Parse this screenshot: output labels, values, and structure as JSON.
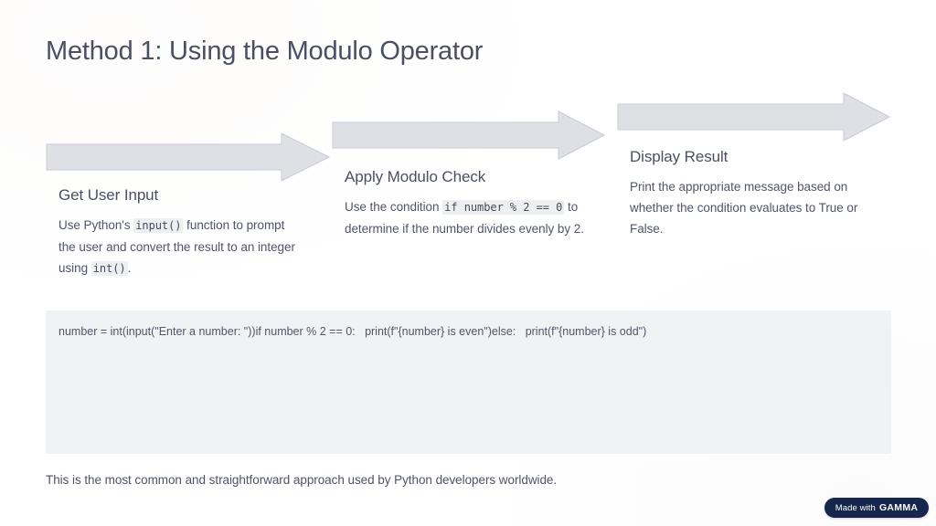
{
  "slide": {
    "title": "Method 1: Using the Modulo Operator",
    "background_color": "#ffffff",
    "title_color": "#4b4f63"
  },
  "steps": [
    {
      "heading": "Get User Input",
      "body_parts": [
        {
          "type": "text",
          "value": "Use Python's "
        },
        {
          "type": "code",
          "value": "input()"
        },
        {
          "type": "text",
          "value": " function to prompt the user and convert the result to an integer using "
        },
        {
          "type": "code",
          "value": "int()"
        },
        {
          "type": "text",
          "value": "."
        }
      ],
      "arrow_label": "process-arrow-1"
    },
    {
      "heading": "Apply Modulo Check",
      "body_parts": [
        {
          "type": "text",
          "value": "Use the condition "
        },
        {
          "type": "code",
          "value": "if number % 2 == 0"
        },
        {
          "type": "text",
          "value": " to determine if the number divides evenly by 2."
        }
      ],
      "arrow_label": "process-arrow-2"
    },
    {
      "heading": "Display Result",
      "body_parts": [
        {
          "type": "text",
          "value": "Print the appropriate message based on whether the condition evaluates to True or False."
        }
      ],
      "arrow_label": "process-arrow-3"
    }
  ],
  "code_panel": {
    "code": "number = int(input(\"Enter a number: \"))if number % 2 == 0:   print(f\"{number} is even\")else:   print(f\"{number} is odd\")",
    "background_color": "#f1f2f3"
  },
  "footnote": {
    "text": "This is the most common and straightforward approach used by Python developers worldwide."
  },
  "badge": {
    "made_with": "Made with",
    "brand": "GAMMA",
    "background_color": "#16264d"
  },
  "arrow_style": {
    "fill": "#dfe0e6",
    "stroke": "#c9cbd3"
  }
}
